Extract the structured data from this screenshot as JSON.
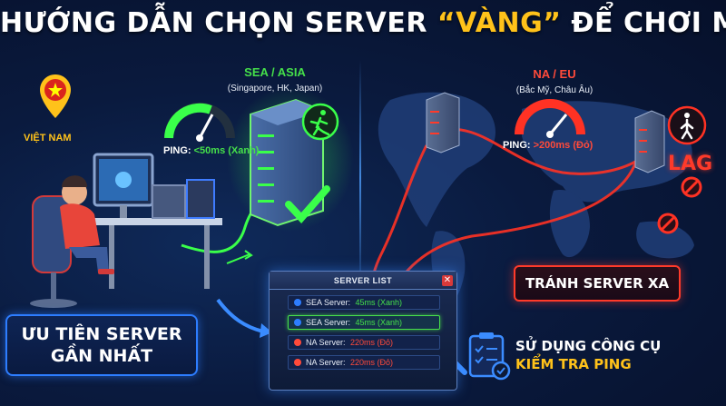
{
  "title": {
    "part1": "HƯỚNG DẪN CHỌN SERVER ",
    "highlight": "“VÀNG”",
    "part2": " ĐỂ CHƠI MƯỢT"
  },
  "location": {
    "label": "VIỆT NAM"
  },
  "sea": {
    "heading": "SEA / ASIA",
    "sub": "(Singapore, HK, Japan)",
    "ping_label": "PING: ",
    "ping_value": "<50ms (Xanh)"
  },
  "na": {
    "heading": "NA / EU",
    "sub": "(Bắc Mỹ, Châu Âu)",
    "ping_label": "PING: ",
    "ping_value": ">200ms (Đỏ)",
    "lag": "LAG"
  },
  "callouts": {
    "left_line1": "ƯU TIÊN SERVER",
    "left_line2": "GẦN NHẤT",
    "right": "TRÁNH SERVER XA"
  },
  "server_list": {
    "title": "SERVER LIST",
    "close": "✕",
    "rows": [
      {
        "name": "SEA Server: ",
        "ms": "45ms (Xanh)",
        "status": "good",
        "selected": false
      },
      {
        "name": "SEA Server: ",
        "ms": "45ms (Xanh)",
        "status": "good",
        "selected": true
      },
      {
        "name": "NA Server: ",
        "ms": "220ms (Đỏ)",
        "status": "bad",
        "selected": false
      },
      {
        "name": "NA Server: ",
        "ms": "220ms (Đỏ)",
        "status": "bad",
        "selected": false
      }
    ]
  },
  "tools": {
    "line1": "SỬ DỤNG CÔNG CỤ",
    "line2": "KIỂM TRA PING"
  },
  "colors": {
    "good": "#45e04a",
    "bad": "#ff4a3a",
    "gold": "#ffc21a",
    "accent": "#2d7dff"
  },
  "icons": [
    "location-pin-icon",
    "vietnam-flag-icon",
    "server-rack-icon",
    "ping-gauge-icon",
    "running-person-icon",
    "checkmark-icon",
    "no-entry-icon",
    "globe-icon",
    "magnifier-icon",
    "checklist-icon",
    "arrow-icon",
    "world-map-icon",
    "gamer-desk-icon"
  ]
}
